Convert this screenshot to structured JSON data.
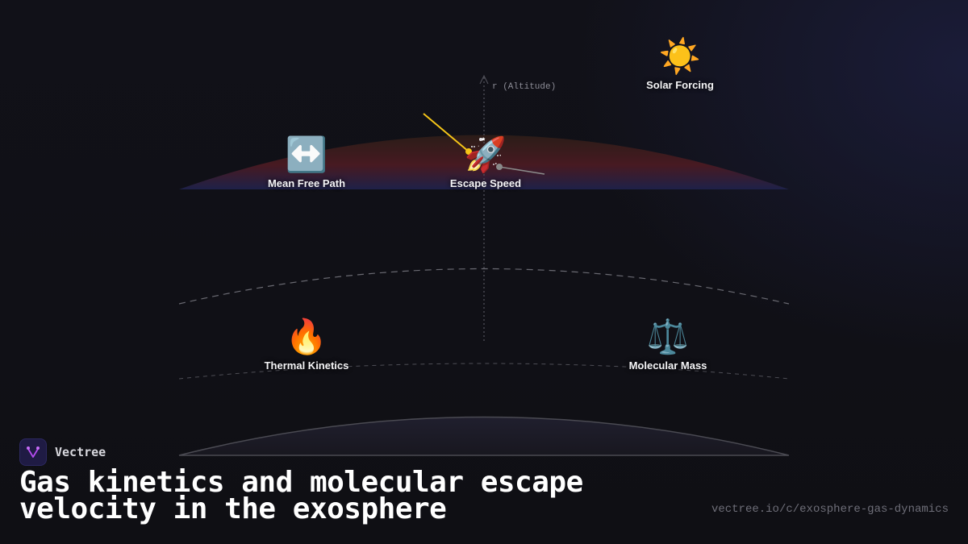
{
  "diagram": {
    "axis_label": "r (Altitude)",
    "nodes": [
      {
        "id": "solar-forcing",
        "label": "Solar Forcing",
        "icon": "sun-icon",
        "glyph": "☀️"
      },
      {
        "id": "mean-free-path",
        "label": "Mean Free Path",
        "icon": "left-right-arrow-icon",
        "glyph": "↔️"
      },
      {
        "id": "escape-speed",
        "label": "Escape Speed",
        "icon": "rocket-icon",
        "glyph": "🚀"
      },
      {
        "id": "thermal-kinetics",
        "label": "Thermal Kinetics",
        "icon": "fire-icon",
        "glyph": "🔥"
      },
      {
        "id": "molecular-mass",
        "label": "Molecular Mass",
        "icon": "balance-scale-icon",
        "glyph": "⚖️"
      }
    ],
    "colors": {
      "background": "#101016",
      "exosphere_band_top": "#3a1f1c",
      "exosphere_band_mid": "#4a1a22",
      "exosphere_band_bottom": "#1e2146",
      "trajectory_escape": "#f5c518",
      "trajectory_bound": "#888888",
      "planet_surface": "#1c1b28"
    }
  },
  "brand": {
    "name": "Vectree",
    "logo_color": "#b44cf0"
  },
  "title": {
    "line1": "Gas kinetics and molecular escape",
    "line2": "velocity in the exosphere"
  },
  "footer": {
    "url": "vectree.io/c/exosphere-gas-dynamics"
  }
}
